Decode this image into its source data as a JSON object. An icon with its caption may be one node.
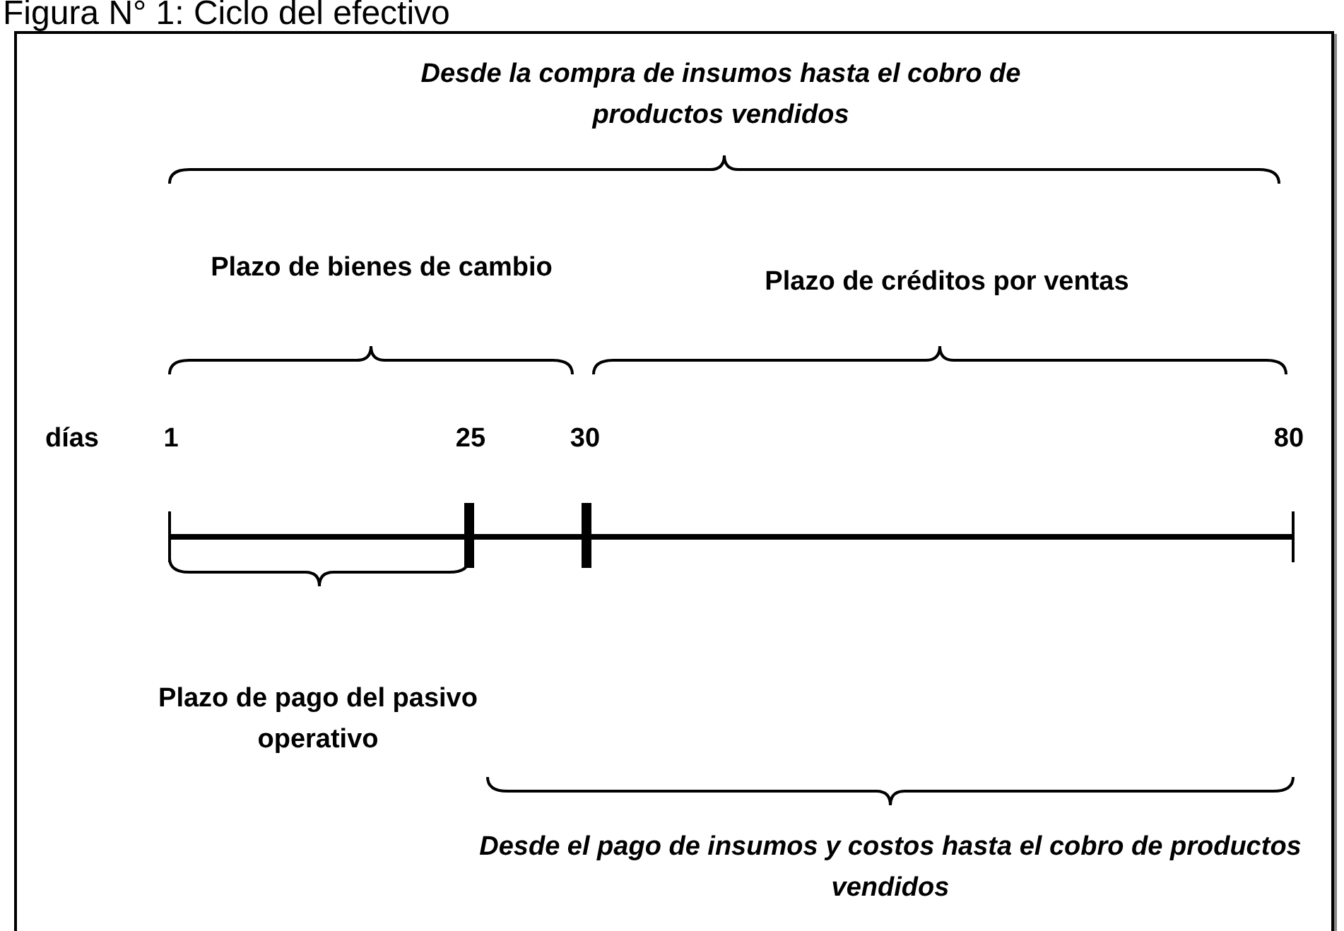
{
  "diagram": {
    "title": "Figura N° 1: Ciclo del efectivo",
    "labels": [
      "Desde la compra de insumos hasta el cobro de productos vendidos",
      "Plazo de bienes de cambio",
      "Plazo de créditos por ventas",
      "días",
      "1",
      "25",
      "30",
      "80",
      "Plazo de pago del pasivo operativo",
      "Desde el pago de insumos y costos hasta el cobro de productos vendidos"
    ]
  }
}
